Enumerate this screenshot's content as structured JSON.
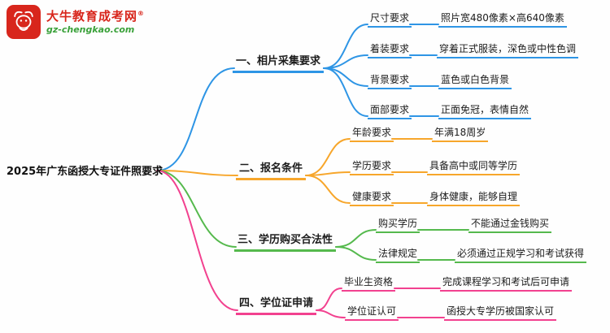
{
  "logo": {
    "brand": "大牛教育成考网",
    "registered_mark": "®",
    "domain": "gz-chengkao.com"
  },
  "colors": {
    "branch1": "#2e95e5",
    "branch2": "#f7a62b",
    "branch3": "#55b94d",
    "branch4": "#f2418f",
    "brand_red": "#d8261c",
    "brand_green": "#3aa13a"
  },
  "root": "2025年广东函授大专证件照要求",
  "branches": [
    {
      "label": "一、相片采集要求",
      "color": "#2e95e5",
      "children": [
        {
          "label": "尺寸要求",
          "value": "照片宽480像素×高640像素"
        },
        {
          "label": "着装要求",
          "value": "穿着正式服装，深色或中性色调"
        },
        {
          "label": "背景要求",
          "value": "蓝色或白色背景"
        },
        {
          "label": "面部要求",
          "value": "正面免冠，表情自然"
        }
      ]
    },
    {
      "label": "二、报名条件",
      "color": "#f7a62b",
      "children": [
        {
          "label": "年龄要求",
          "value": "年满18周岁"
        },
        {
          "label": "学历要求",
          "value": "具备高中或同等学历"
        },
        {
          "label": "健康要求",
          "value": "身体健康，能够自理"
        }
      ]
    },
    {
      "label": "三、学历购买合法性",
      "color": "#55b94d",
      "children": [
        {
          "label": "购买学历",
          "value": "不能通过金钱购买"
        },
        {
          "label": "法律规定",
          "value": "必须通过正规学习和考试获得"
        }
      ]
    },
    {
      "label": "四、学位证申请",
      "color": "#f2418f",
      "children": [
        {
          "label": "毕业生资格",
          "value": "完成课程学习和考试后可申请"
        },
        {
          "label": "学位证认可",
          "value": "函授大专学历被国家认可"
        }
      ]
    }
  ]
}
